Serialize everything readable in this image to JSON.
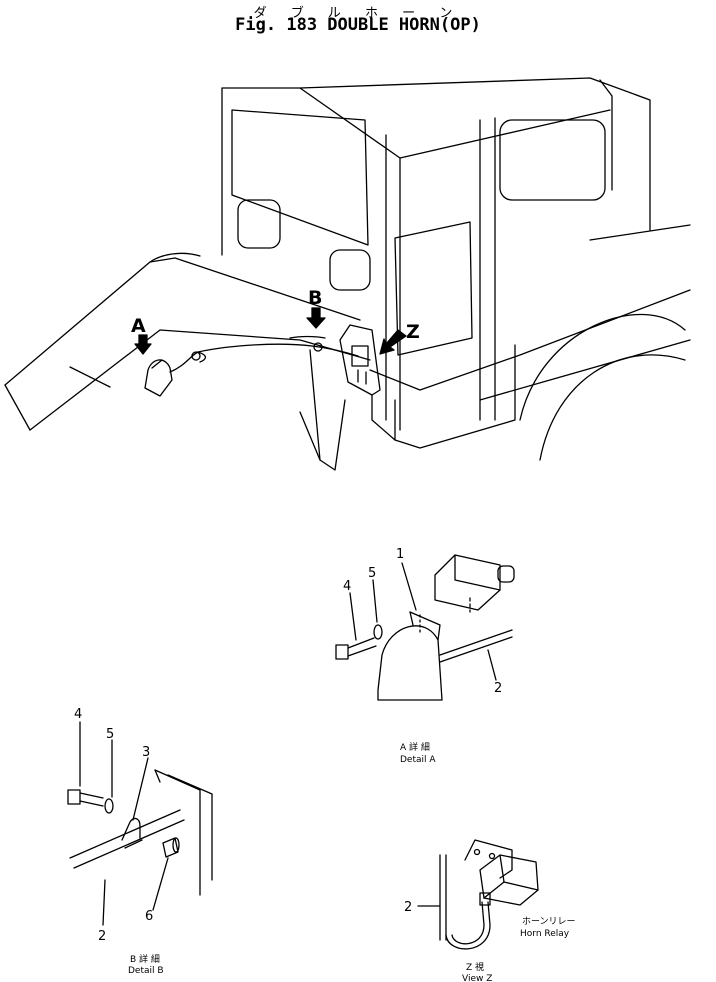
{
  "header": {
    "title_jp": "ダ ブ ル ホ ー ン",
    "title": "Fig. 183 DOUBLE HORN(OP)"
  },
  "main_view": {
    "callouts": {
      "a": "A",
      "b": "B",
      "z": "Z"
    }
  },
  "detail_a": {
    "part_numbers": {
      "p1": "1",
      "p2": "2",
      "p4": "4",
      "p5": "5"
    },
    "caption_jp": "A 詳 細",
    "caption": "Detail A"
  },
  "detail_b": {
    "part_numbers": {
      "p2": "2",
      "p3": "3",
      "p4": "4",
      "p5": "5",
      "p6": "6"
    },
    "caption_jp": "B 詳 細",
    "caption": "Detail B"
  },
  "view_z": {
    "part_numbers": {
      "p2": "2"
    },
    "relay_label_jp": "ホーンリレー",
    "relay_label": "Horn Relay",
    "caption_jp": "Z 視",
    "caption": "View Z"
  }
}
